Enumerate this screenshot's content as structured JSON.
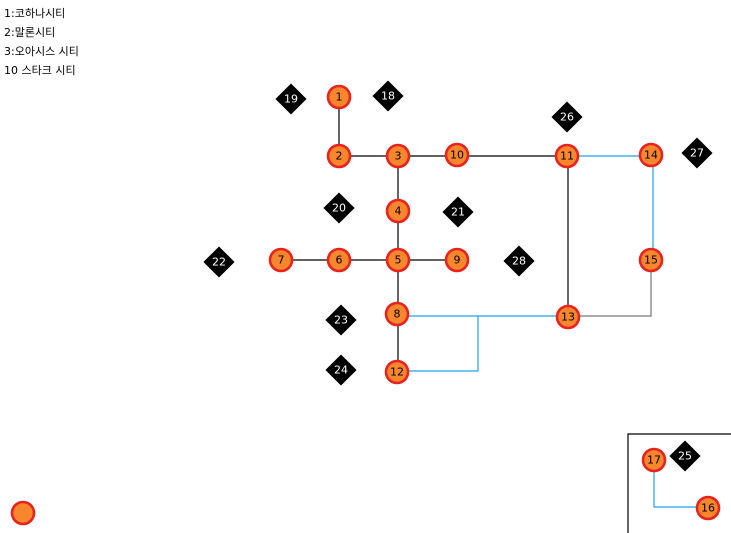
{
  "legend": [
    "1:코하나시티",
    "2:말론시티",
    "3:오아시스 시티",
    "10 스타크 시티"
  ],
  "colors": {
    "node_fill": "#f7862c",
    "node_border": "#e8231e",
    "diamond": "#000000",
    "blue_link": "#1aa3e8"
  },
  "nodes": {
    "n1": "1",
    "n2": "2",
    "n3": "3",
    "n4": "4",
    "n5": "5",
    "n6": "6",
    "n7": "7",
    "n8": "8",
    "n9": "9",
    "n10": "10",
    "n11": "11",
    "n12": "12",
    "n13": "13",
    "n14": "14",
    "n15": "15",
    "n16": "16",
    "n17": "17"
  },
  "markers": {
    "m18": "18",
    "m19": "19",
    "m20": "20",
    "m21": "21",
    "m22": "22",
    "m23": "23",
    "m24": "24",
    "m25": "25",
    "m26": "26",
    "m27": "27",
    "m28": "28"
  }
}
